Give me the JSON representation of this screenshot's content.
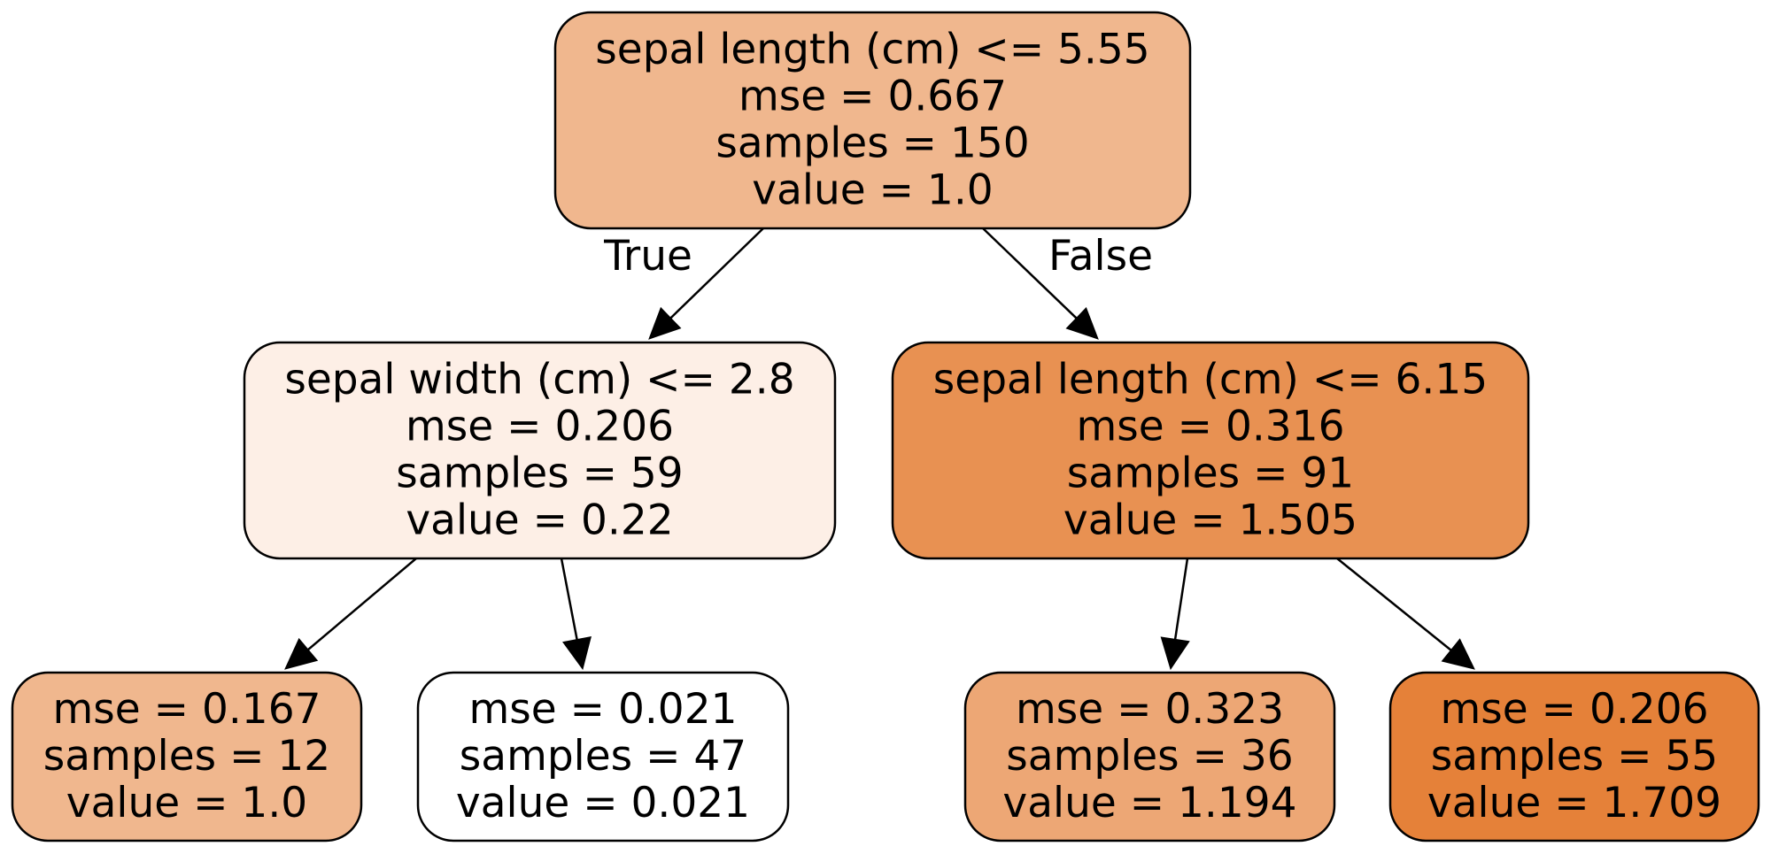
{
  "nodes": [
    {
      "id": "root",
      "fill": "#f0b78e",
      "lines": [
        "sepal length (cm) <= 5.55",
        "mse = 0.667",
        "samples = 150",
        "value = 1.0"
      ]
    },
    {
      "id": "left",
      "fill": "#fdefe6",
      "lines": [
        "sepal width (cm) <= 2.8",
        "mse = 0.206",
        "samples = 59",
        "value = 0.22"
      ]
    },
    {
      "id": "right",
      "fill": "#e89152",
      "lines": [
        "sepal length (cm) <= 6.15",
        "mse = 0.316",
        "samples = 91",
        "value = 1.505"
      ]
    },
    {
      "id": "left-left",
      "fill": "#f0b78e",
      "lines": [
        "mse = 0.167",
        "samples = 12",
        "value = 1.0"
      ]
    },
    {
      "id": "left-right",
      "fill": "#ffffff",
      "lines": [
        "mse = 0.021",
        "samples = 47",
        "value = 0.021"
      ]
    },
    {
      "id": "right-left",
      "fill": "#eda775",
      "lines": [
        "mse = 0.323",
        "samples = 36",
        "value = 1.194"
      ]
    },
    {
      "id": "right-right",
      "fill": "#e58139",
      "lines": [
        "mse = 0.206",
        "samples = 55",
        "value = 1.709"
      ]
    }
  ],
  "edges": [
    {
      "from": "root",
      "to": "left",
      "label": "True"
    },
    {
      "from": "root",
      "to": "right",
      "label": "False"
    },
    {
      "from": "left",
      "to": "left-left",
      "label": ""
    },
    {
      "from": "left",
      "to": "left-right",
      "label": ""
    },
    {
      "from": "right",
      "to": "right-left",
      "label": ""
    },
    {
      "from": "right",
      "to": "right-right",
      "label": ""
    }
  ]
}
